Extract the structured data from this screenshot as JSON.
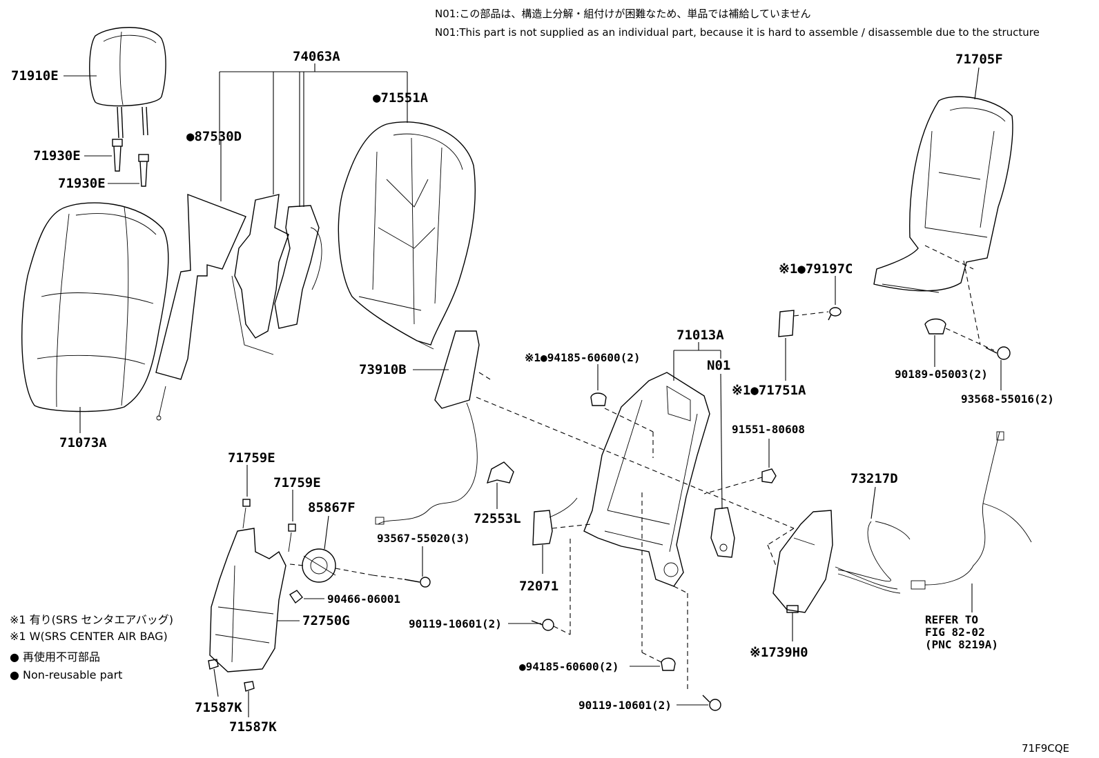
{
  "notes": {
    "n01_jp": "N01:この部品は、構造上分解・組付けが困難なため、単品では補給していません",
    "n01_en": "N01:This part is not supplied as an individual part, because it is hard to assemble / disassemble due to the structure"
  },
  "parts": {
    "p71910E": "71910E",
    "p71930E_a": "71930E",
    "p71930E_b": "71930E",
    "p74063A": "74063A",
    "p87530D": "87530D",
    "p71551A": "71551A",
    "p71073A": "71073A",
    "p71705F": "71705F",
    "p79197C": "79197C",
    "p71013A": "71013A",
    "pN01": "N01",
    "p73910B": "73910B",
    "p94185_60600_a": "94185-60600(2)",
    "p71751A": "71751A",
    "p90189_05003": "90189-05003(2)",
    "p93568_55016": "93568-55016(2)",
    "p91551_80608": "91551-80608",
    "p71759E_a": "71759E",
    "p71759E_b": "71759E",
    "p85867F": "85867F",
    "p72553L": "72553L",
    "p93567_55020": "93567-55020(3)",
    "p73217D": "73217D",
    "p72071": "72071",
    "p90466_06001": "90466-06001",
    "p72750G": "72750G",
    "p90119_10601_a": "90119-10601(2)",
    "p739H0": "739H0",
    "p94185_60600_b": "94185-60600(2)",
    "p90119_10601_b": "90119-10601(2)",
    "p71587K_a": "71587K",
    "p71587K_b": "71587K"
  },
  "markers": {
    "ref_mark": "※1",
    "bullet": "●"
  },
  "refer": {
    "line1": "REFER TO",
    "line2": "FIG 82-02",
    "line3": "(PNC 8219A)"
  },
  "legend": {
    "l1": "※1  有り(SRS センタエアバッグ)",
    "l2": "※1  W(SRS CENTER AIR BAG)",
    "l3": "● 再使用不可部品",
    "l4": "● Non-reusable part"
  },
  "figure_code": "71F9CQE"
}
